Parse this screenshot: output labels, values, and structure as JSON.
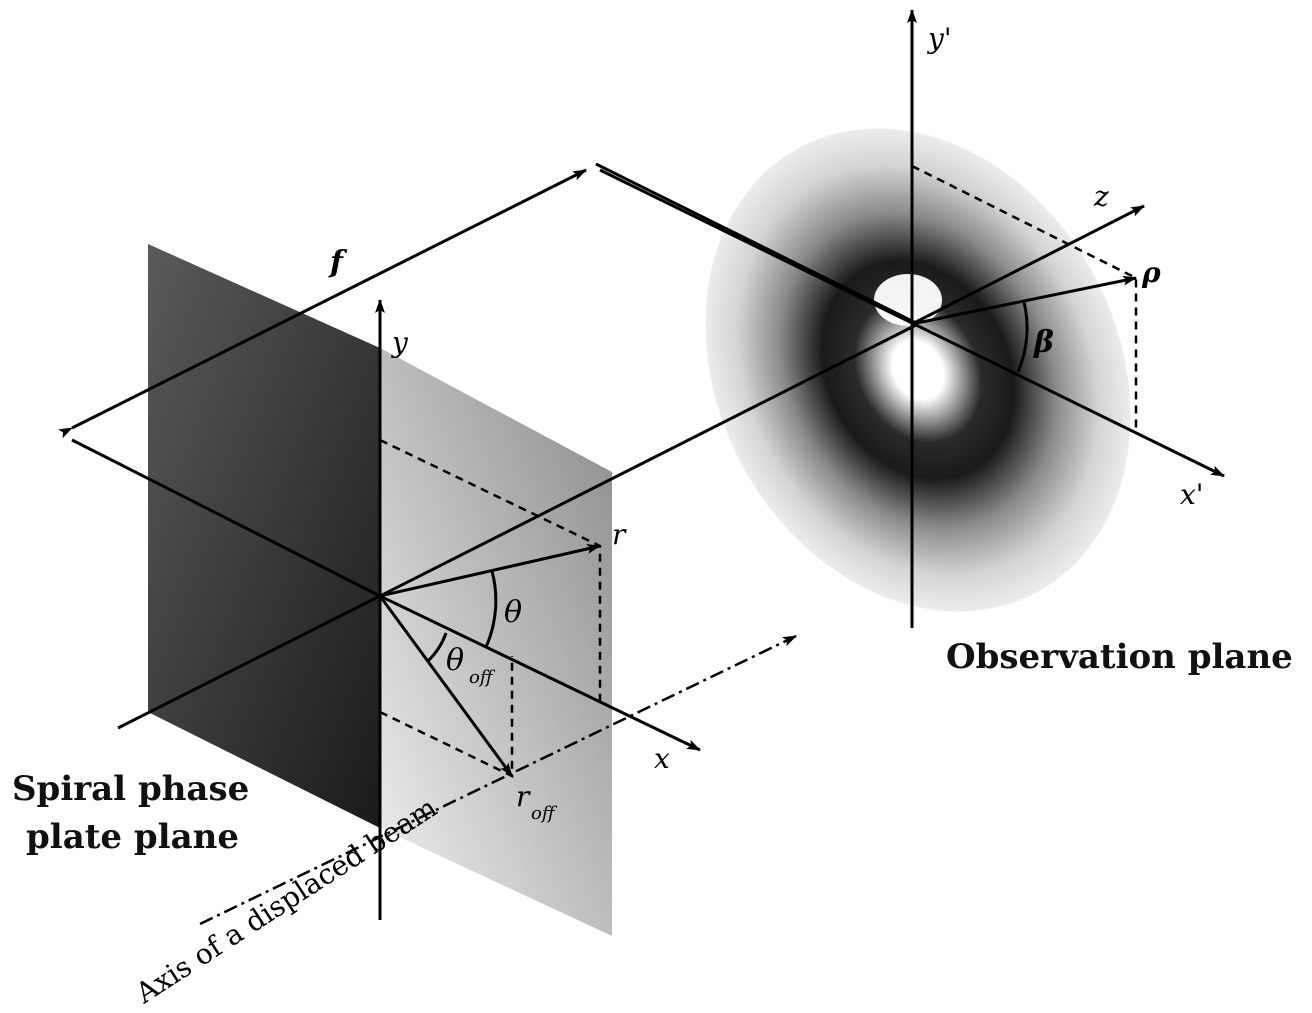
{
  "labels": {
    "f": "f",
    "y": "y",
    "x": "x",
    "r": "r",
    "theta": "θ",
    "theta_off_main": "θ",
    "theta_off_sub": "off",
    "r_off_main": "r",
    "r_off_sub": "off",
    "y_prime": "y'",
    "x_prime": "x'",
    "z": "z",
    "rho": "ρ",
    "beta": "β",
    "observation_plane": "Observation plane",
    "spiral_plate_line1": "Spiral phase",
    "spiral_plate_line2": "plate plane",
    "displaced_beam_axis": "Axis of a displaced beam"
  },
  "colors": {
    "line": "#000000",
    "plate_dark": "#1c1c1c",
    "plate_light": "#e6e6e6",
    "pattern_dark": "#0d0d0d",
    "pattern_light": "#f2f2f2"
  }
}
